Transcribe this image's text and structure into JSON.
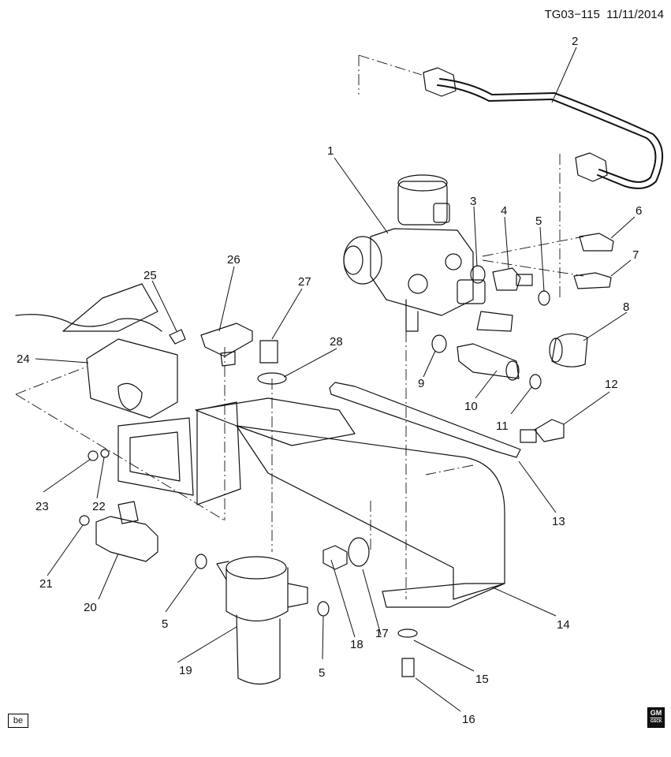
{
  "header": {
    "code": "TG03−115",
    "date": "11/11/2014"
  },
  "corner_badge": "be",
  "logo": {
    "mark": "GM",
    "sub": "GSCK"
  },
  "callouts": [
    "1",
    "2",
    "3",
    "4",
    "5",
    "6",
    "7",
    "8",
    "9",
    "10",
    "11",
    "12",
    "13",
    "14",
    "15",
    "16",
    "17",
    "18",
    "19",
    "20",
    "21",
    "22",
    "23",
    "24",
    "25",
    "26",
    "27",
    "28",
    "5",
    "5"
  ]
}
